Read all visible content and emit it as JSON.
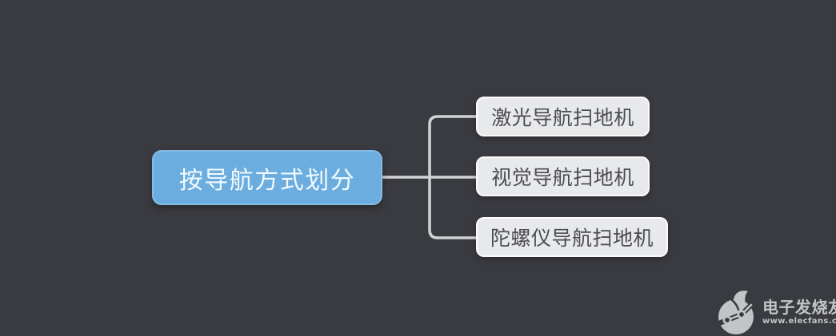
{
  "colors": {
    "bg": "#3a3b40",
    "root-fill": "#6badde",
    "root-border": "#86bbe3",
    "root-text": "#f2f9fe",
    "child-fill": "#e8e9eb",
    "child-border": "#fafafb",
    "child-text": "#4b4c51",
    "connector": "#d2d3d5",
    "watermark": "#c3c4c7"
  },
  "mindmap": {
    "root": {
      "label": "按导航方式划分"
    },
    "children": [
      {
        "label": "激光导航扫地机"
      },
      {
        "label": "视觉导航扫地机"
      },
      {
        "label": "陀螺仪导航扫地机"
      }
    ]
  },
  "watermark": {
    "title": "电子发烧友",
    "url": "www.elecfans.com"
  }
}
